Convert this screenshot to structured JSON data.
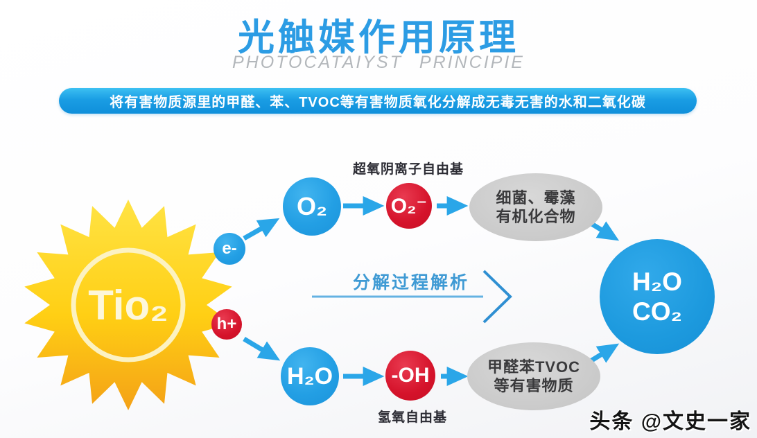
{
  "header": {
    "title": "光触媒作用原理",
    "subtitle": "PHOTOCATAIYST  PRINCIPIE",
    "banner": "将有害物质源里的甲醛、苯、TVOC等有害物质氧化分解成无毒无害的水和二氧化碳"
  },
  "diagram": {
    "sun": {
      "label": "Tio₂"
    },
    "electron": {
      "label": "e-"
    },
    "hole": {
      "label": "h+"
    },
    "top_path": {
      "radical_label": "超氧阴离子自由基",
      "node1": "O₂",
      "node2": "O₂⁻",
      "result_line1": "细菌、霉藻",
      "result_line2": "有机化合物"
    },
    "middle": {
      "label": "分解过程解析"
    },
    "bottom_path": {
      "node1": "H₂O",
      "node2": "-OH",
      "radical_label": "氢氧自由基",
      "result_line1": "甲醛苯TVOC",
      "result_line2": "等有害物质"
    },
    "output": {
      "line1": "H₂O",
      "line2": "CO₂"
    }
  },
  "watermark": "头条 @文史一家",
  "colors": {
    "title_blue": "#2c9ce4",
    "banner_blue": "#18a0e8",
    "node_blue": "#239fe4",
    "node_red": "#d5132b",
    "sun_yellow": "#ffd21e",
    "sun_orange": "#f6a71c",
    "ellipse_gray": "#cacaca",
    "arrow_blue": "#2aa6e8"
  }
}
